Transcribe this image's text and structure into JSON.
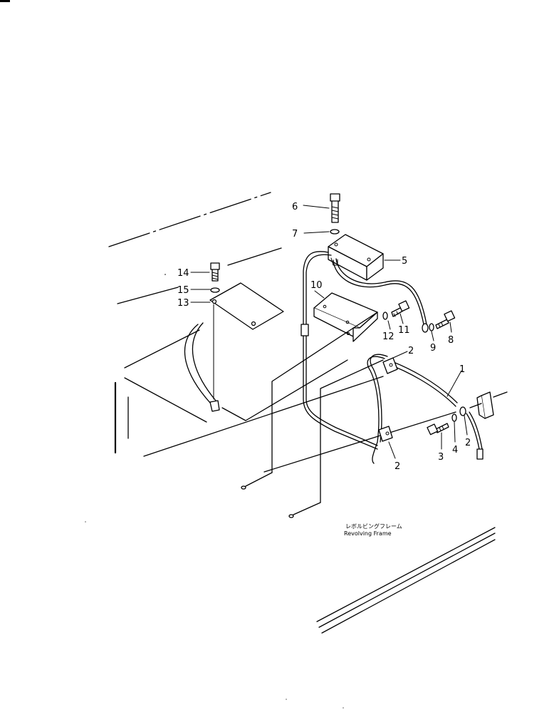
{
  "parts": [
    {
      "number": "1"
    },
    {
      "number": "2"
    },
    {
      "number": "2"
    },
    {
      "number": "2"
    },
    {
      "number": "3"
    },
    {
      "number": "4"
    },
    {
      "number": "5"
    },
    {
      "number": "6"
    },
    {
      "number": "7"
    },
    {
      "number": "8"
    },
    {
      "number": "9"
    },
    {
      "number": "10"
    },
    {
      "number": "11"
    },
    {
      "number": "12"
    },
    {
      "number": "13"
    },
    {
      "number": "14"
    },
    {
      "number": "15"
    }
  ],
  "frame_caption": {
    "japanese": "レボルビングフレーム",
    "english": "Revolving Frame"
  }
}
